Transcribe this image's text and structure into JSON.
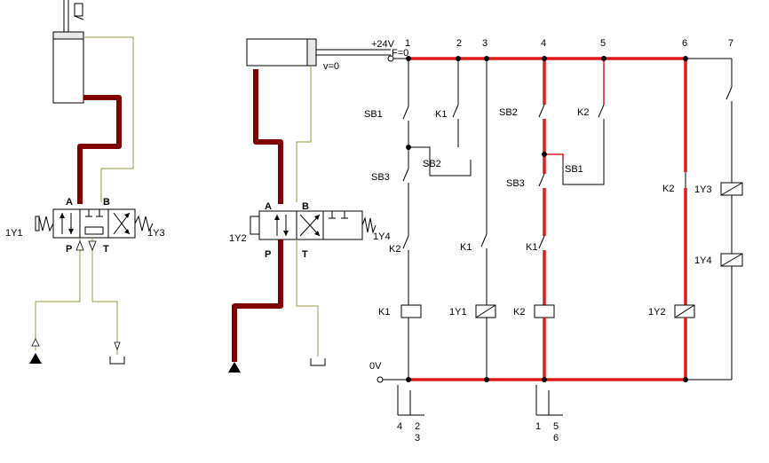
{
  "hydraulic_left": {
    "valve_label_left": "1Y1",
    "valve_label_right": "1Y3",
    "port_a": "A",
    "port_b": "B",
    "port_p": "P",
    "port_t": "T"
  },
  "hydraulic_right": {
    "valve_label_left": "1Y2",
    "port_a": "A",
    "port_b": "B",
    "port_p": "P",
    "port_t": "T",
    "cylinder_force": "F=0",
    "cylinder_velocity": "v=0"
  },
  "electrical": {
    "supply_pos": "+24V",
    "supply_neg": "0V",
    "column_numbers": [
      "1",
      "2",
      "3",
      "4",
      "5",
      "6",
      "7"
    ],
    "components": {
      "sb1_a": "SB1",
      "sb3_a": "SB3",
      "sb2_a": "SB2",
      "k1_contact_2": "K1",
      "sb2_b": "SB2",
      "k2_contact_5": "K2",
      "sb3_b": "SB3",
      "sb1_b": "SB1",
      "k2_contact_6": "K2",
      "y4_contact": "1Y4",
      "k2_contact_1": "K2",
      "k1_contact_3": "K1",
      "k1_contact_4": "K1",
      "k1_coil": "K1",
      "y1_coil": "1Y1",
      "k2_coil": "K2",
      "y2_coil": "1Y2",
      "y3_coil": "1Y3",
      "y4_coil": "1Y4"
    },
    "cross_ref_left": {
      "left": "4",
      "right": "2",
      "below": "3"
    },
    "cross_ref_right": {
      "left": "1",
      "right": "5",
      "below": "6"
    }
  },
  "colors": {
    "pressure_line": "#800000",
    "tank_line": "#9a9a40",
    "energized": "#e11b1b"
  }
}
